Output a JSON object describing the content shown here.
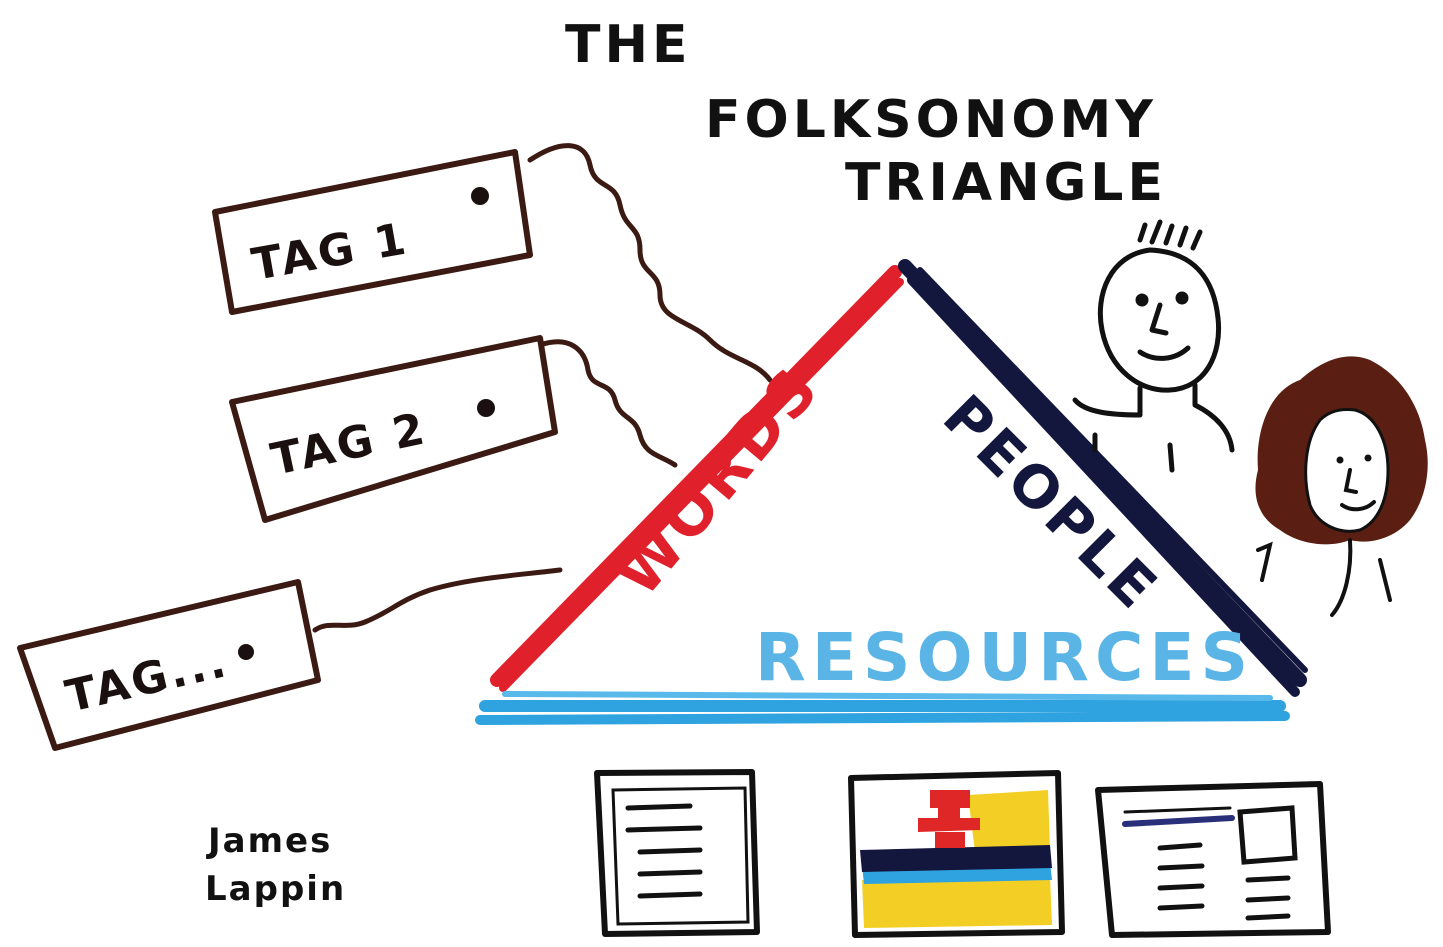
{
  "title": {
    "line1": "THE",
    "line2": "FOLKSONOMY",
    "line3": "TRIANGLE"
  },
  "tags": [
    {
      "label": "TAG 1"
    },
    {
      "label": "TAG 2"
    },
    {
      "label": "TAG..."
    }
  ],
  "triangle": {
    "left_label": "WORDS",
    "right_label": "PEOPLE",
    "base_label": "RESOURCES"
  },
  "signature": {
    "line1": "James",
    "line2": "Lappin"
  },
  "colors": {
    "words": "#e0202b",
    "people": "#13173d",
    "resources": "#2ea3e0",
    "tag_outline": "#3a1a12",
    "hair": "#5a1f12",
    "yellow": "#f3cf26",
    "red_figure": "#e02727"
  },
  "icons": [
    "tag-icon",
    "person-icon",
    "document-icon",
    "image-icon",
    "webpage-icon"
  ]
}
